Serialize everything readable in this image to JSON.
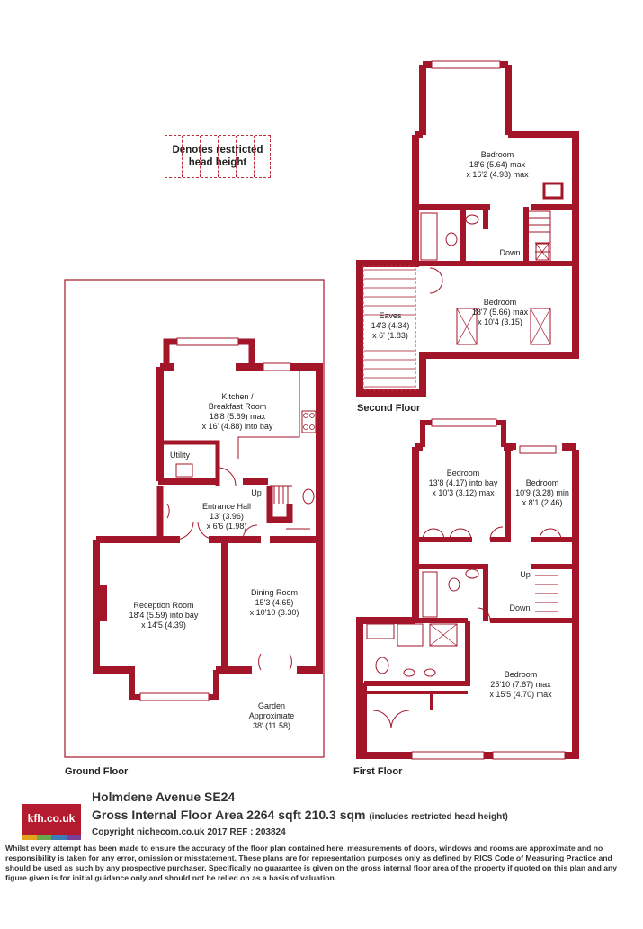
{
  "legend": {
    "text_line1": "Denotes restricted",
    "text_line2": "head height"
  },
  "floors": {
    "ground": "Ground Floor",
    "first": "First Floor",
    "second": "Second Floor"
  },
  "rooms": {
    "kitchen": {
      "l1": "Kitchen /",
      "l2": "Breakfast Room",
      "l3": "18'8 (5.69) max",
      "l4": "x 16' (4.88) into bay"
    },
    "utility": {
      "l1": "Utility"
    },
    "entrance": {
      "l1": "Entrance Hall",
      "l2": "13' (3.96)",
      "l3": "x 6'6 (1.98)"
    },
    "reception": {
      "l1": "Reception Room",
      "l2": "18'4 (5.59) into bay",
      "l3": "x 14'5 (4.39)"
    },
    "dining": {
      "l1": "Dining Room",
      "l2": "15'3 (4.65)",
      "l3": "x 10'10 (3.30)"
    },
    "garden": {
      "l1": "Garden",
      "l2": "Approximate",
      "l3": "38' (11.58)"
    },
    "sf_bed1": {
      "l1": "Bedroom",
      "l2": "18'6 (5.64) max",
      "l3": "x 16'2 (4.93) max"
    },
    "sf_bed2": {
      "l1": "Bedroom",
      "l2": "18'7 (5.66) max",
      "l3": "x 10'4 (3.15)"
    },
    "eaves": {
      "l1": "Eaves",
      "l2": "14'3 (4.34)",
      "l3": "x 6' (1.83)"
    },
    "ff_bed1": {
      "l1": "Bedroom",
      "l2": "13'8 (4.17) into bay",
      "l3": "x 10'3 (3.12) max"
    },
    "ff_bed2": {
      "l1": "Bedroom",
      "l2": "10'9 (3.28) min",
      "l3": "x 8'1 (2.46)"
    },
    "ff_bed3": {
      "l1": "Bedroom",
      "l2": "25'10 (7.87) max",
      "l3": "x 15'5 (4.70) max"
    }
  },
  "stairs": {
    "up": "Up",
    "down": "Down"
  },
  "footer": {
    "logo": "kfh.co.uk",
    "address": "Holmdene Avenue SE24",
    "area": "Gross Internal Floor Area 2264 sqft 210.3 sqm",
    "area_note": "(includes restricted head height)",
    "copyright": "Copyright nichecom.co.uk 2017 REF : 203824",
    "disclaimer": "Whilst every attempt has been made to ensure the accuracy of the floor plan contained here, measurements of doors, windows and rooms are approximate and no responsibility is taken for any error, omission or misstatement.  These plans are for representation purposes only as defined by RICS Code of Measuring Practice and should be used as such by any prospective purchaser.  Specifically no guarantee is given on the gross internal floor area of the property if quoted on this plan and any figure given is for initial guidance only and should not be relied on as a basis of valuation."
  },
  "colors": {
    "wall": "#a3162a",
    "restricted": "#c0303f",
    "brand": "#b51b2e"
  }
}
